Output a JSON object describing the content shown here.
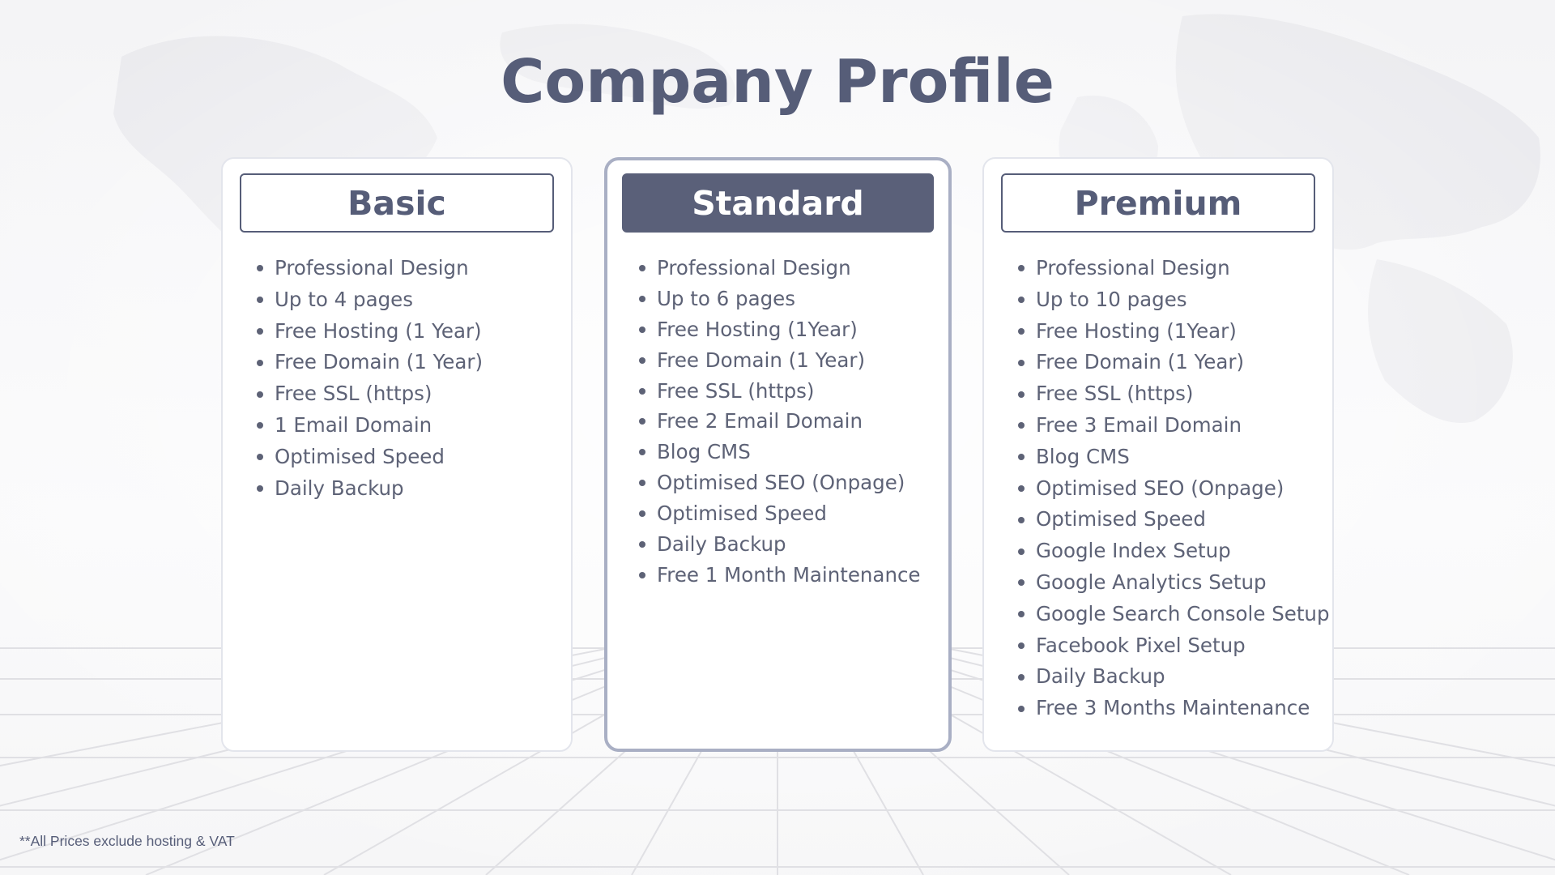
{
  "page": {
    "title": "Company Profile",
    "footnote": "**All Prices exclude hosting & VAT"
  },
  "colors": {
    "primary": "#565d78",
    "text": "#5d6276",
    "card_bg": "#ffffff",
    "standard_border": "#a9afc4",
    "background": "#f3f3f5"
  },
  "plans": {
    "basic": {
      "name": "Basic",
      "features": [
        "Professional Design",
        "Up to 4 pages",
        "Free Hosting (1 Year)",
        "Free Domain (1 Year)",
        "Free SSL (https)",
        "1 Email Domain",
        "Optimised Speed",
        "Daily Backup"
      ]
    },
    "standard": {
      "name": "Standard",
      "highlighted": true,
      "features": [
        "Professional Design",
        "Up to 6 pages",
        "Free Hosting (1Year)",
        "Free Domain (1 Year)",
        "Free SSL (https)",
        "Free 2 Email Domain",
        "Blog CMS",
        "Optimised SEO (Onpage)",
        "Optimised Speed",
        "Daily Backup",
        "Free 1 Month Maintenance"
      ]
    },
    "premium": {
      "name": "Premium",
      "features": [
        "Professional Design",
        "Up to 10 pages",
        "Free Hosting (1Year)",
        "Free Domain (1 Year)",
        "Free SSL (https)",
        "Free 3 Email Domain",
        "Blog CMS",
        "Optimised SEO (Onpage)",
        "Optimised Speed",
        "Google Index Setup",
        "Google Analytics Setup",
        "Google Search Console Setup",
        "Facebook Pixel Setup",
        "Daily Backup",
        "Free 3 Months Maintenance"
      ]
    }
  }
}
